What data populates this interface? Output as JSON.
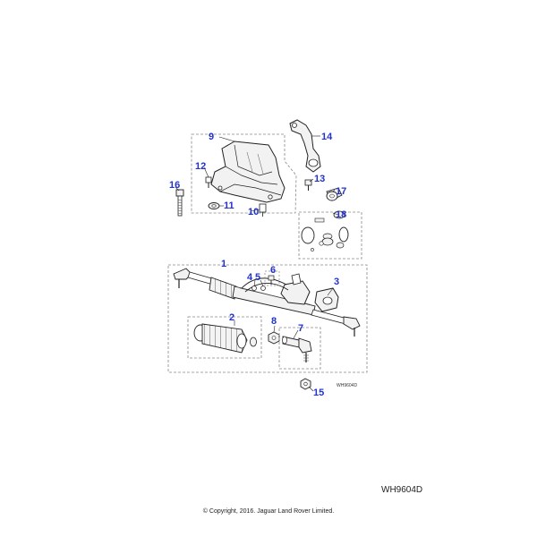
{
  "diagram": {
    "callouts": [
      "1",
      "2",
      "3",
      "4",
      "5",
      "6",
      "7",
      "8",
      "9",
      "10",
      "11",
      "12",
      "13",
      "14",
      "15",
      "16",
      "17",
      "18"
    ],
    "small_ref": "WH9604D"
  },
  "footer": {
    "ref_code": "WH9604D",
    "copyright": "© Copyright, 2016. Jaguar Land Rover Limited."
  },
  "colors": {
    "callout": "#2233cc",
    "line": "#222222",
    "dash": "#888888",
    "part_fill": "#f2f2f2"
  }
}
